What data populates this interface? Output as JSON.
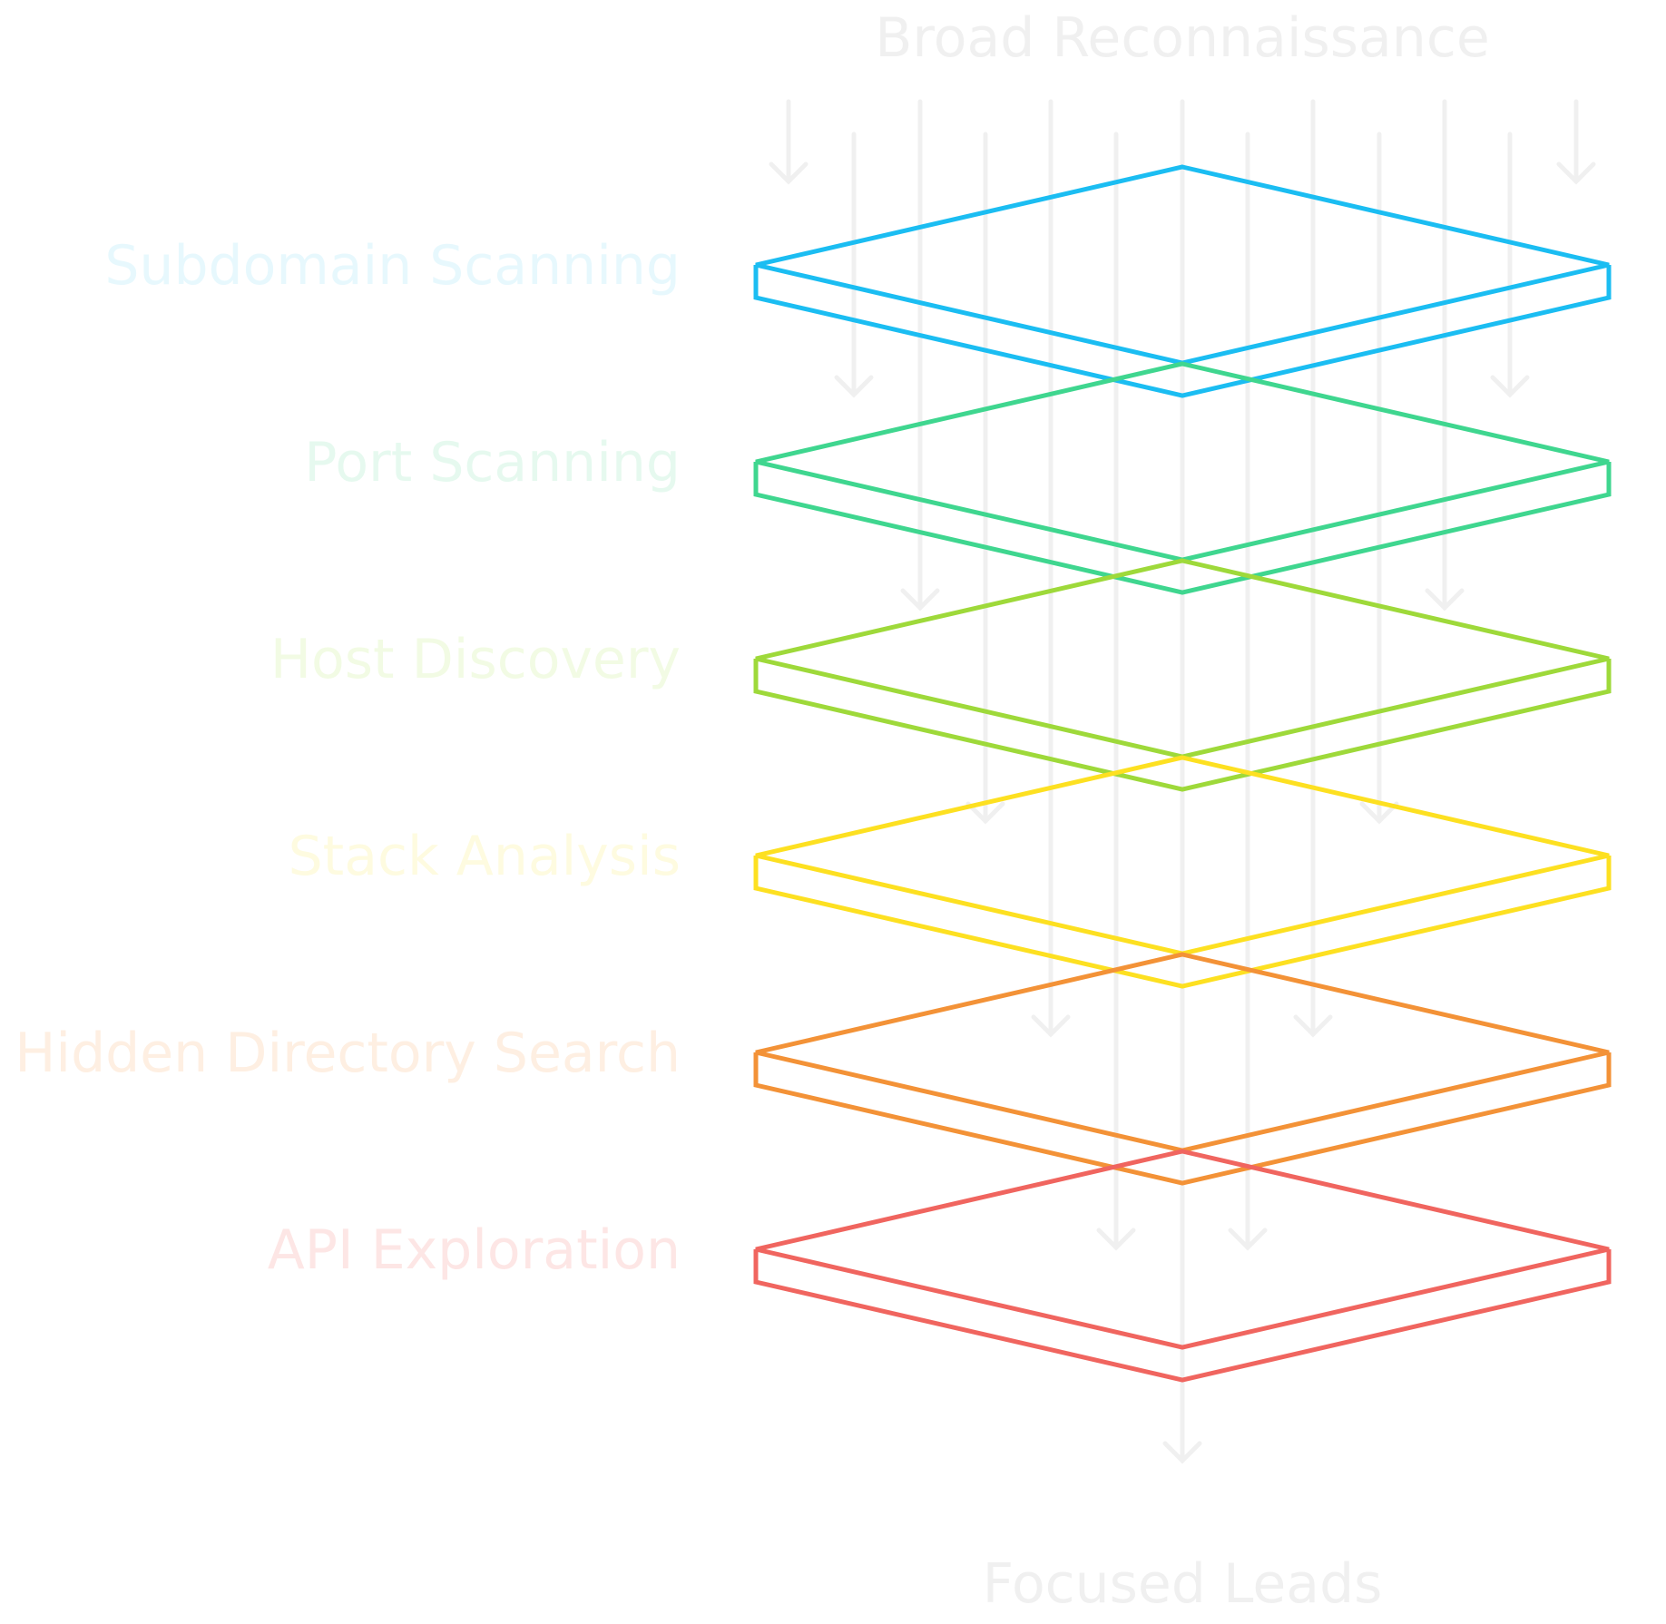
{
  "flow": {
    "top_label": "Broad Reconnaissance",
    "bottom_label": "Focused Leads"
  },
  "stages": [
    {
      "label": "Subdomain Scanning",
      "color": "#1bbdf2",
      "label_color": "#e7f8fd"
    },
    {
      "label": "Port Scanning",
      "color": "#3fd68f",
      "label_color": "#e6f9ef"
    },
    {
      "label": "Host Discovery",
      "color": "#9ed93a",
      "label_color": "#f2fbe4"
    },
    {
      "label": "Stack Analysis",
      "color": "#fde021",
      "label_color": "#fefbe0"
    },
    {
      "label": "Hidden Directory Search",
      "color": "#f39237",
      "label_color": "#feefe2"
    },
    {
      "label": "API Exploration",
      "color": "#f0655f",
      "label_color": "#fde6e5"
    }
  ],
  "colors": {
    "arrow": "#f0f0f0",
    "flow_text": "#f0f0f0",
    "background": "#ffffff"
  },
  "icons": {
    "arrow": "down-arrow-icon"
  }
}
